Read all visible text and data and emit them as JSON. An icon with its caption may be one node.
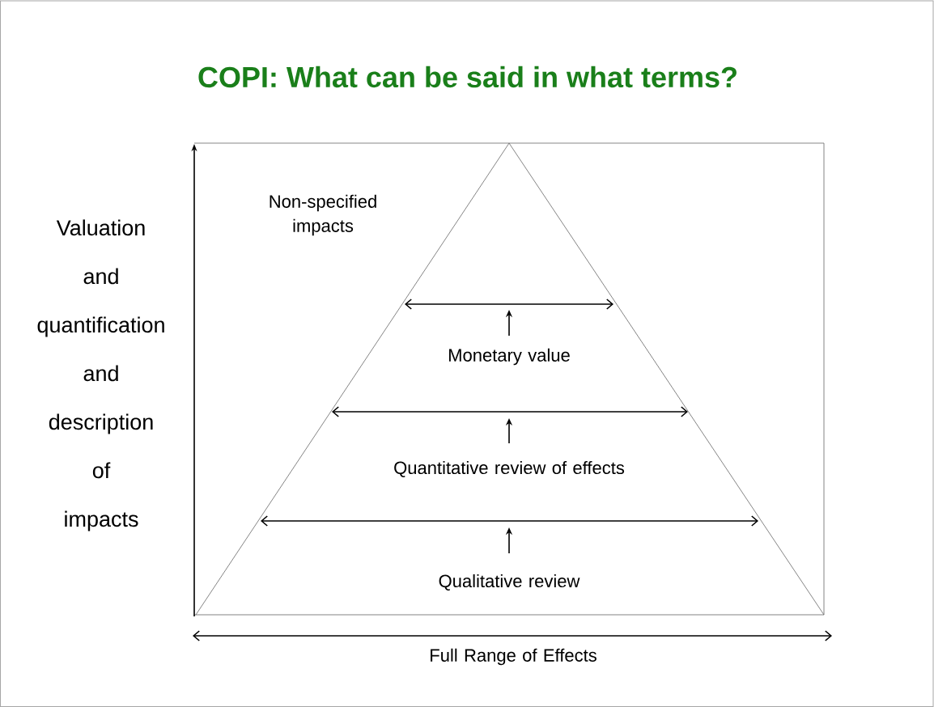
{
  "diagram": {
    "title": "COPI: What can be said in what terms?",
    "labels": [
      "Non-specified impacts",
      "Valuation and quantification and description of impacts",
      "Monetary value",
      "Quantitative review of effects",
      "Qualitative review",
      "Full Range of Effects"
    ]
  }
}
